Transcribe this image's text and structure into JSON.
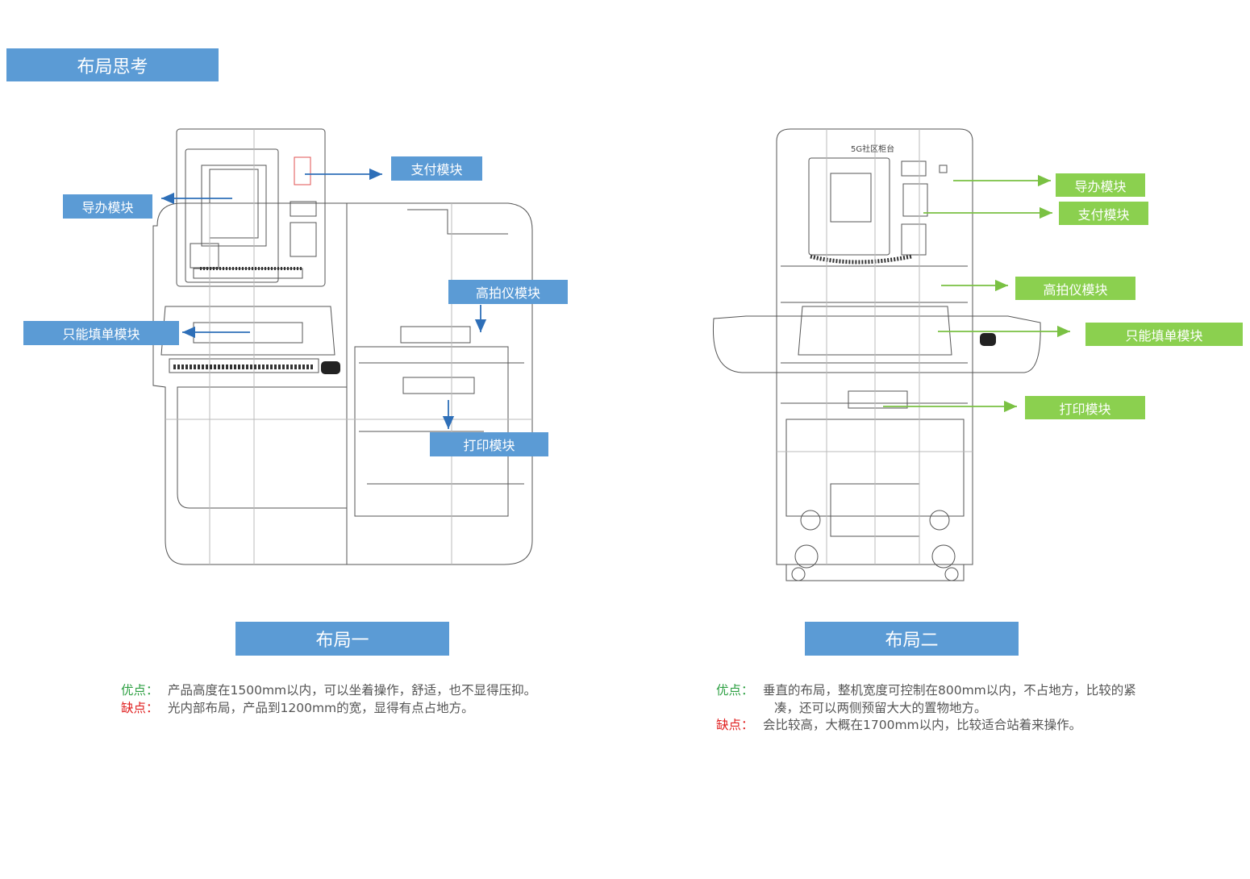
{
  "header": {
    "title": "布局思考"
  },
  "layout_one": {
    "model_label": "",
    "labels": {
      "payment": "支付模块",
      "guide": "导办模块",
      "scanner": "高拍仪模块",
      "form": "只能填单模块",
      "print": "打印模块"
    },
    "caption": "布局一",
    "pros_key": "优点：",
    "pros_text": "产品高度在1500mm以内，可以坐着操作，舒适，也不显得压抑。",
    "cons_key": "缺点：",
    "cons_text": "光内部布局，产品到1200mm的宽，显得有点占地方。"
  },
  "layout_two": {
    "model_label": "5G社区柜台",
    "labels": {
      "guide": "导办模块",
      "payment": "支付模块",
      "scanner": "高拍仪模块",
      "form": "只能填单模块",
      "print": "打印模块"
    },
    "caption": "布局二",
    "pros_key": "优点：",
    "pros_text_1": "垂直的布局，整机宽度可控制在800mm以内，不占地方，比较的紧",
    "pros_text_2": "凑，还可以两侧预留大大的置物地方。",
    "cons_key": "缺点：",
    "cons_text": "会比较高，大概在1700mm以内，比较适合站着来操作。"
  },
  "colors": {
    "blue_label": "#5b9bd5",
    "green_label": "#8bd04f",
    "arrow_blue": "#2e6fb8",
    "arrow_green": "#7ac143",
    "pros": "#2ea043",
    "cons": "#e02020"
  }
}
